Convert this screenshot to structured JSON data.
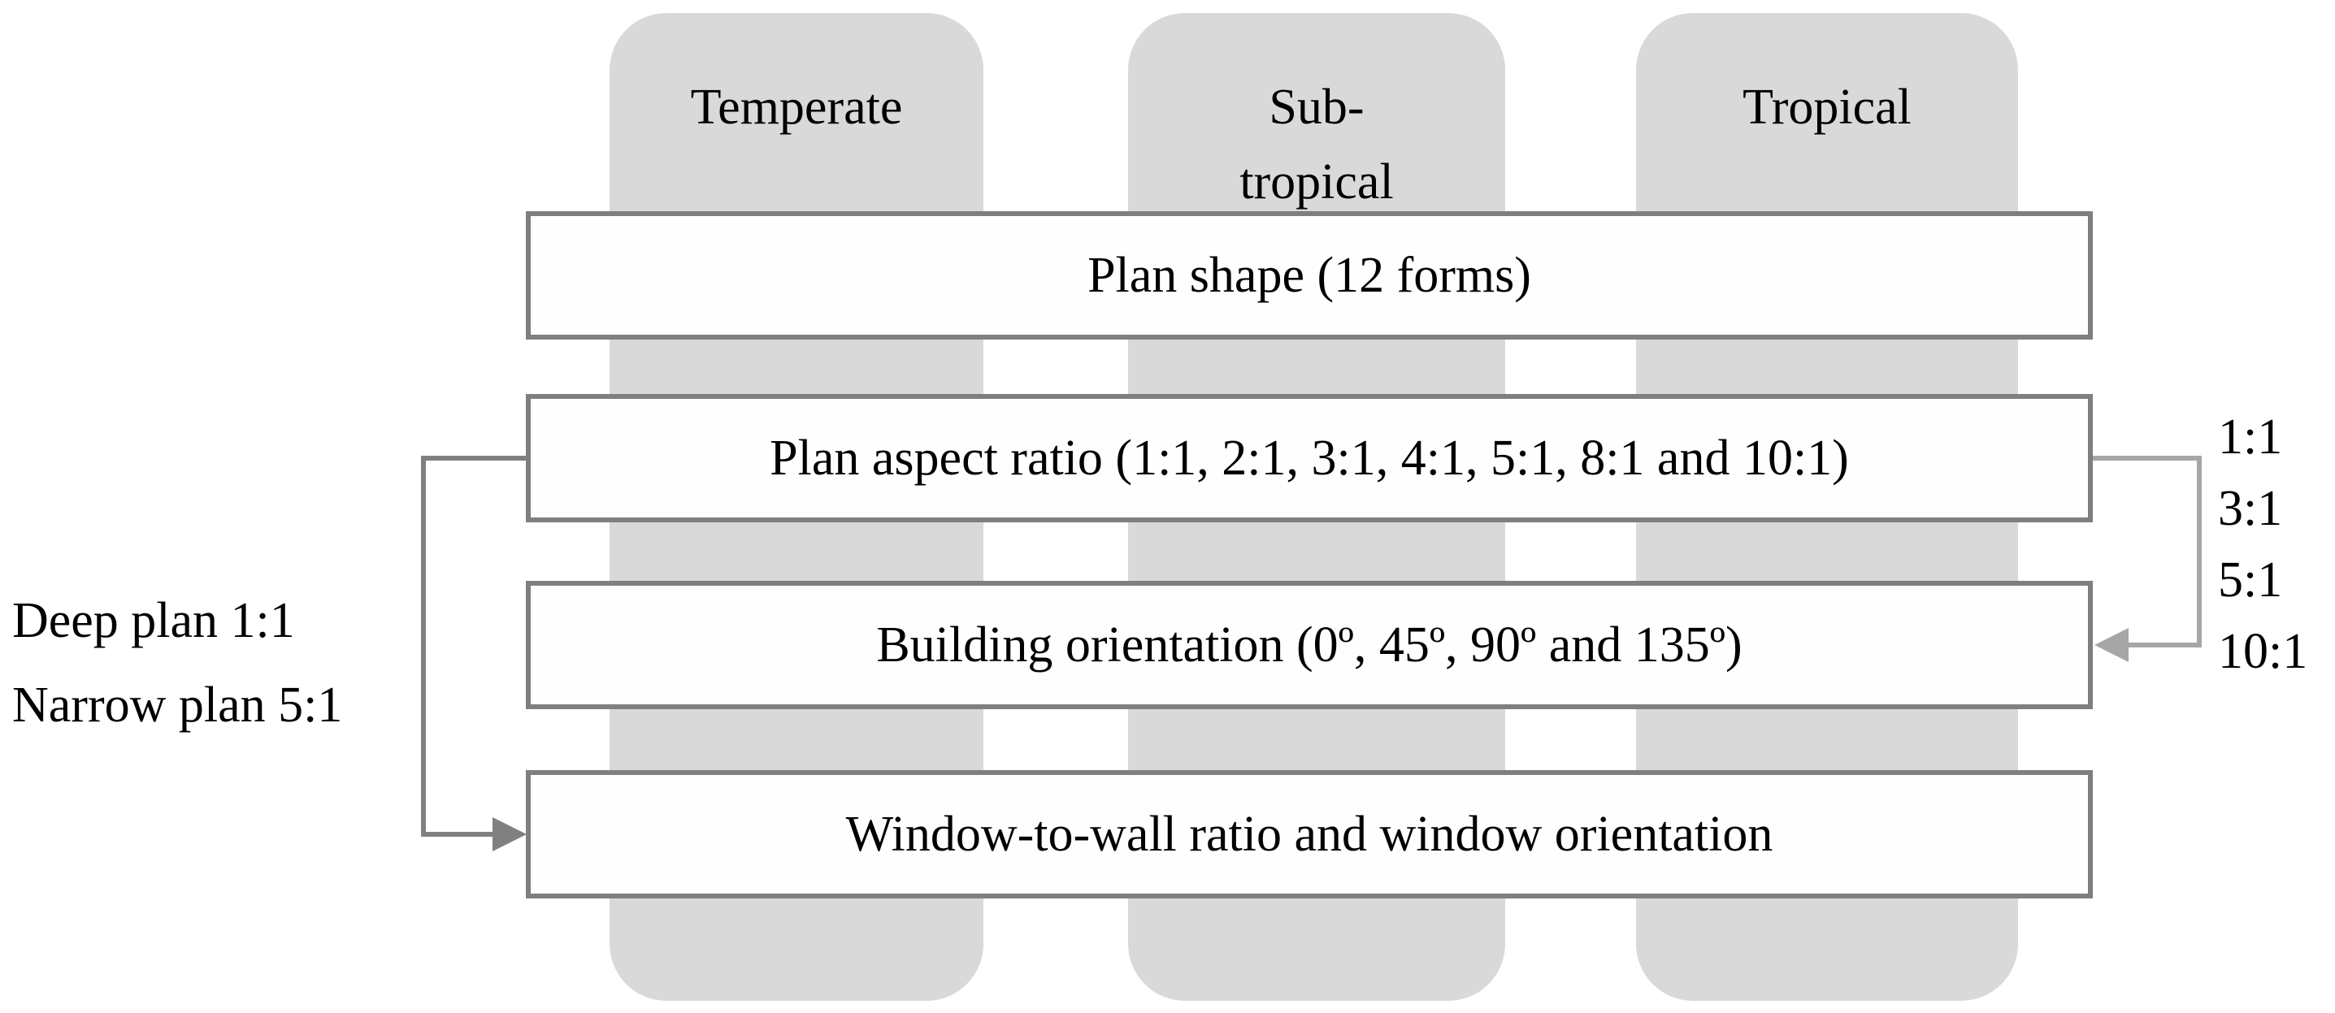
{
  "climate_zones": [
    {
      "line1": "Temperate",
      "line2": ""
    },
    {
      "line1": "Sub-",
      "line2": "tropical"
    },
    {
      "line1": "Tropical",
      "line2": ""
    }
  ],
  "steps": [
    {
      "label": "Plan shape (12 forms)"
    },
    {
      "label": "Plan aspect ratio (1:1, 2:1, 3:1, 4:1, 5:1, 8:1 and 10:1)"
    },
    {
      "label": "Building orientation (0º, 45º, 90º and 135º)"
    },
    {
      "label": "Window-to-wall ratio and window orientation"
    }
  ],
  "annotations": {
    "left": {
      "line1": "Deep plan 1:1",
      "line2": "Narrow plan 5:1"
    },
    "right": [
      "1:1",
      "3:1",
      "5:1",
      "10:1"
    ]
  },
  "colors": {
    "column_fill": "#d9d9d9",
    "box_border": "#7f7f7f",
    "connector_left": "#808080",
    "connector_right": "#a6a6a6",
    "text": "#000000",
    "background": "#ffffff"
  }
}
